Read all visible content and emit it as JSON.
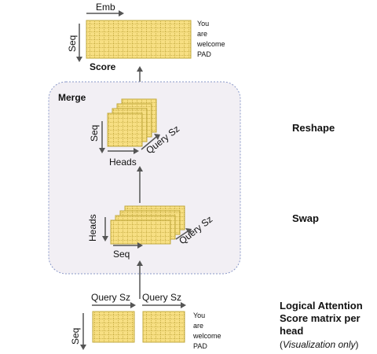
{
  "top": {
    "emb_label": "Emb",
    "seq_label": "Seq",
    "score_label": "Score",
    "tokens": [
      "You",
      "are",
      "welcome",
      "PAD"
    ]
  },
  "merge": {
    "title": "Merge",
    "upper": {
      "seq_label": "Seq",
      "heads_label": "Heads",
      "query_label": "Query Sz"
    },
    "lower": {
      "heads_label": "Heads",
      "seq_label": "Seq",
      "query_label": "Query Sz"
    }
  },
  "side": {
    "reshape": "Reshape",
    "swap": "Swap",
    "logical_line1": "Logical Attention",
    "logical_line2": "Score matrix per",
    "logical_line3": "head",
    "visualization_open": "(",
    "visualization_text": "Visualization only",
    "visualization_close": ")"
  },
  "bottom": {
    "query_left": "Query Sz",
    "query_right": "Query Sz",
    "seq_label": "Seq",
    "tokens": [
      "You",
      "are",
      "welcome",
      "PAD"
    ]
  },
  "colors": {
    "cell_fill": "#f7df83",
    "cell_border": "#c2a83d",
    "panel_fill": "#f2eff4",
    "panel_border": "#8a98c8",
    "arrow": "#555555"
  }
}
